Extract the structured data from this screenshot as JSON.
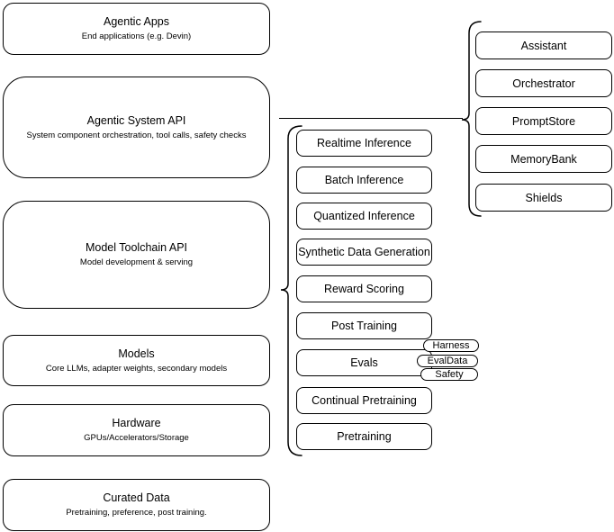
{
  "diagram": {
    "left_stack": [
      {
        "title": "Agentic Apps",
        "subtitle": "End applications (e.g. Devin)"
      },
      {
        "title": "Agentic System API",
        "subtitle": "System component orchestration, tool calls, safety checks"
      },
      {
        "title": "Model Toolchain API",
        "subtitle": "Model development & serving"
      },
      {
        "title": "Models",
        "subtitle": "Core LLMs, adapter weights, secondary models"
      },
      {
        "title": "Hardware",
        "subtitle": "GPUs/Accelerators/Storage"
      },
      {
        "title": "Curated Data",
        "subtitle": "Pretraining, preference, post training."
      }
    ],
    "toolchain_group": {
      "items": [
        "Realtime Inference",
        "Batch Inference",
        "Quantized Inference",
        "Synthetic Data Generation",
        "Reward Scoring",
        "Post Training",
        "Evals",
        "Continual Pretraining",
        "Pretraining"
      ],
      "evals_tags": [
        "Harness",
        "EvalData",
        "Safety"
      ]
    },
    "system_group": {
      "items": [
        "Assistant",
        "Orchestrator",
        "PromptStore",
        "MemoryBank",
        "Shields"
      ]
    },
    "colors": {
      "stroke": "#000000",
      "fill": "#ffffff",
      "text": "#000000",
      "background": "#ffffff"
    }
  }
}
